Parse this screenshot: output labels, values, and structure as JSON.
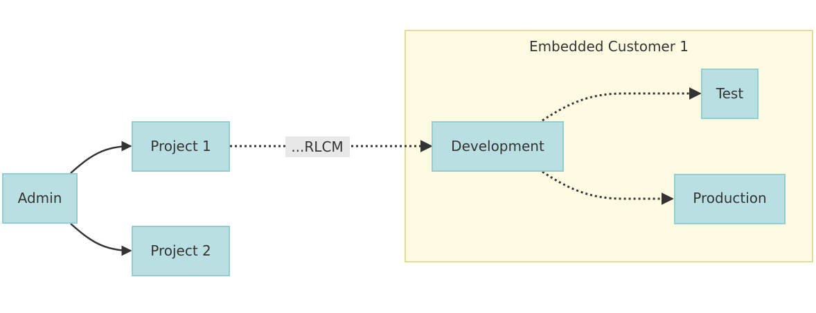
{
  "diagram": {
    "type": "flowchart",
    "direction": "LR",
    "colors": {
      "node_fill": "#b9dfe3",
      "node_stroke": "#8fcfcf",
      "cluster_fill": "#fffbe3",
      "cluster_stroke": "#e2dc9a",
      "edge": "#333333",
      "edge_label_bg": "#e8e8e8",
      "text": "#333333"
    },
    "cluster": {
      "id": "ec1",
      "label": "Embedded Customer 1"
    },
    "nodes": [
      {
        "id": "admin",
        "label": "Admin"
      },
      {
        "id": "p1",
        "label": "Project 1"
      },
      {
        "id": "p2",
        "label": "Project 2"
      },
      {
        "id": "dev",
        "label": "Development"
      },
      {
        "id": "test",
        "label": "Test"
      },
      {
        "id": "prod",
        "label": "Production"
      }
    ],
    "edges": [
      {
        "from": "admin",
        "to": "p1",
        "style": "solid",
        "label": ""
      },
      {
        "from": "admin",
        "to": "p2",
        "style": "solid",
        "label": ""
      },
      {
        "from": "p1",
        "to": "dev",
        "style": "dotted",
        "label": "...RLCM"
      },
      {
        "from": "dev",
        "to": "test",
        "style": "dotted",
        "label": ""
      },
      {
        "from": "dev",
        "to": "prod",
        "style": "dotted",
        "label": ""
      }
    ]
  }
}
